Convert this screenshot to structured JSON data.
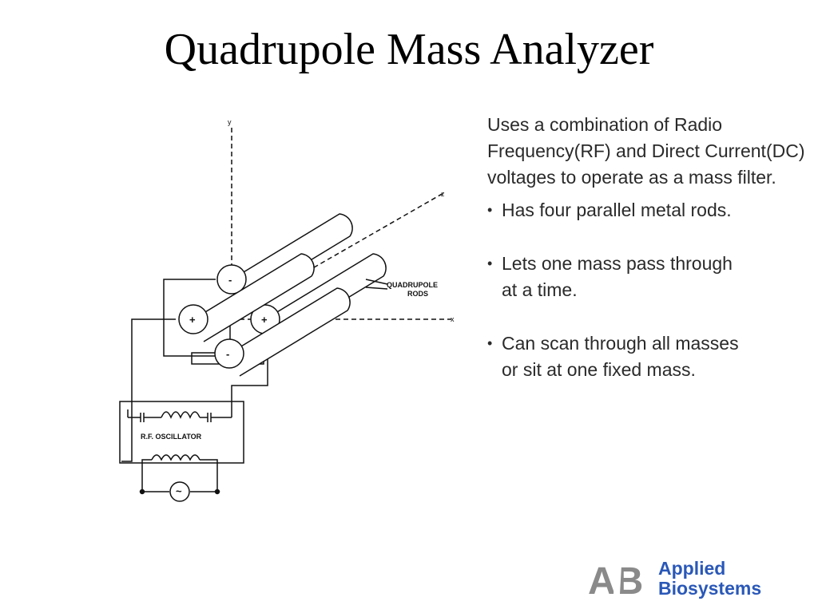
{
  "slide": {
    "title": "Quadrupole Mass Analyzer",
    "intro": "Uses a combination of Radio Frequency(RF) and Direct Current(DC) voltages to operate as a mass filter.",
    "bullets": [
      "Has four parallel metal rods.",
      "Lets one mass pass through at a time.",
      "Can scan through all masses or sit at one fixed mass."
    ]
  },
  "diagram": {
    "axis_y": "y",
    "axis_z": "z",
    "axis_x": "x",
    "rods_label_line1": "QUADRUPOLE",
    "rods_label_line2": "RODS",
    "oscillator_label": "R.F.  OSCILLATOR",
    "rod_signs": [
      "-",
      "+",
      "+",
      "-"
    ],
    "ac_symbol": "~"
  },
  "logo": {
    "line1": "Applied",
    "line2": "Biosystems",
    "brand_color": "#2a58b8",
    "mark_color": "#8a8a8a"
  }
}
